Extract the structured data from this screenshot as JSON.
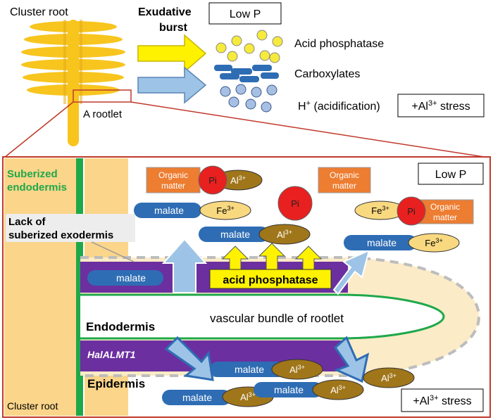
{
  "colors": {
    "root_fill": "#F7C51E",
    "root_stroke": "#E6A817",
    "frame_red": "#C0392B",
    "green_layer": "#1FA84A",
    "light_yellow": "#FBD58A",
    "cream": "#FBEBC7",
    "purple": "#6B2FA0",
    "malate_blue": "#2E6DB4",
    "al_brown": "#A0761A",
    "fe_yellow": "#F9D980",
    "pi_red": "#E8201F",
    "organic_orange": "#ED7D31",
    "phosphatase_yellow": "#FFF200",
    "arrow_blue_light": "#9DC3E6",
    "arrow_blue_dark": "#2E6DB4",
    "yellow_dot": "#F6EA3C",
    "blue_dot": "#A6BFE3"
  },
  "top": {
    "cluster_root_label": "Cluster root",
    "rootlet_label": "A rootlet",
    "exudative_burst_line1": "Exudative",
    "exudative_burst_line2": "burst",
    "low_p_label": "Low P",
    "acid_phosphatase_label": "Acid phosphatase",
    "carboxylates_label": "Carboxylates",
    "hplus_main": "H",
    "hplus_sup": "+",
    "hplus_rest": " (acidification)",
    "al_stress_prefix": "+Al",
    "al_stress_sup": "3+",
    "al_stress_suffix": " stress"
  },
  "main": {
    "suberized_endodermis_line1": "Suberized",
    "suberized_endodermis_line2": "endodermis",
    "lack_line1": "Lack of",
    "lack_line2": "suberized exodermis",
    "vascular_label": "vascular bundle of rootlet",
    "endodermis_label": "Endodermis",
    "epidermis_label": "Epidermis",
    "halalmt1_label": "HalALMT1",
    "cluster_root_bottom": "Cluster root",
    "low_p_box": "Low P",
    "al_stress_prefix": "+Al",
    "al_stress_sup": "3+",
    "al_stress_suffix": " stress",
    "acid_phosphatase_box": "acid phosphatase",
    "organic_line1": "Organic",
    "organic_line2": "matter",
    "pi": "Pi",
    "malate": "malate",
    "al": "Al",
    "al_sup": "3+",
    "fe": "Fe",
    "fe_sup": "3+"
  }
}
